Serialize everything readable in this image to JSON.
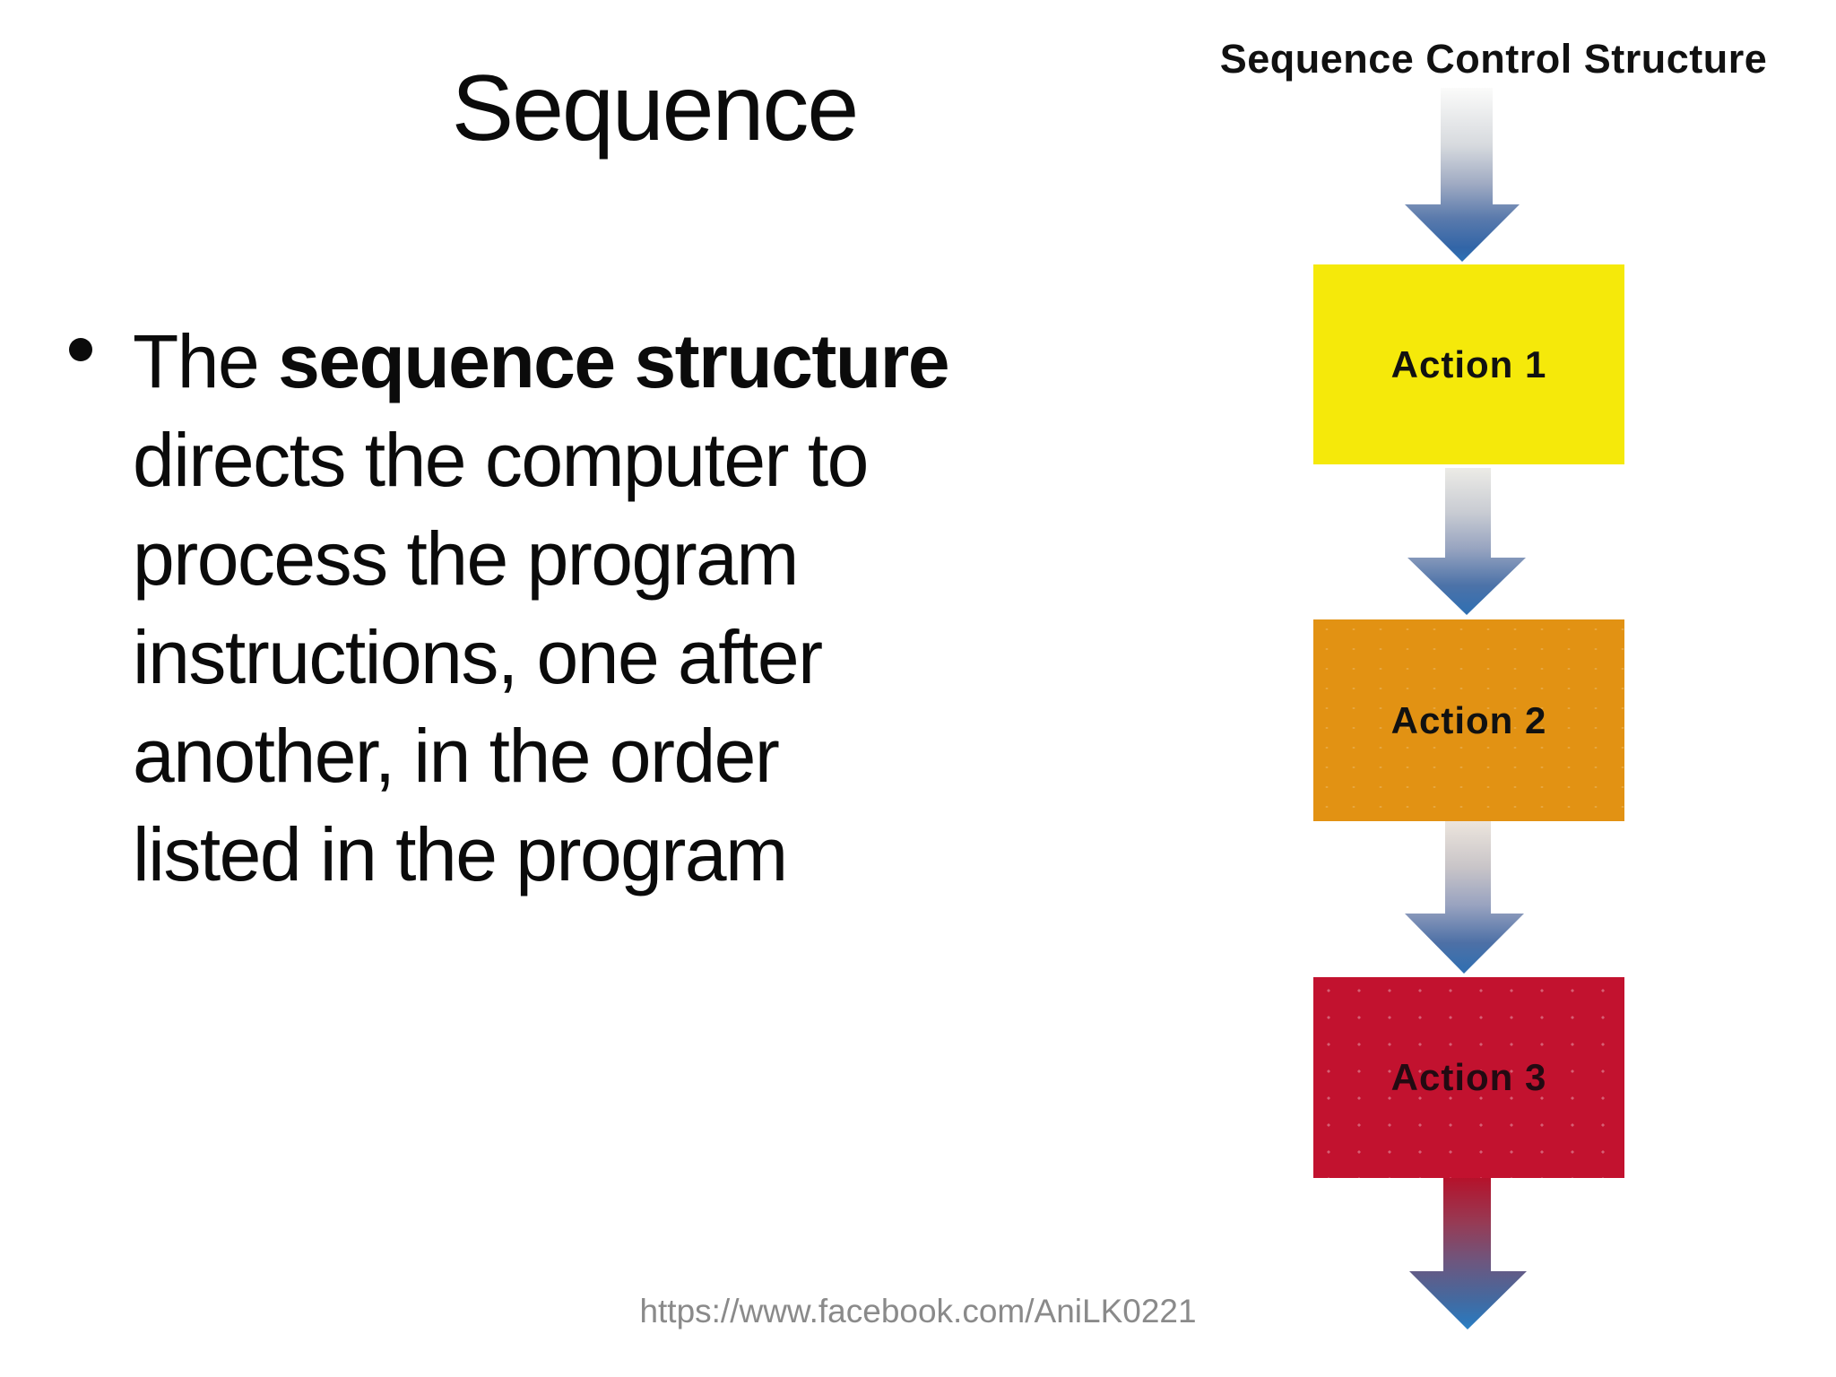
{
  "slide": {
    "title": "Sequence",
    "bullet": {
      "lead": "The ",
      "bold": "sequence structure",
      "lines": [
        "directs the computer to",
        "process the program",
        "instructions, one after",
        "another, in the order",
        "listed in the program"
      ]
    },
    "footer_url": "https://www.facebook.com/AniLK0221"
  },
  "diagram": {
    "heading": "Sequence Control Structure",
    "boxes": [
      {
        "label": "Action 1",
        "color": "#F5E90A"
      },
      {
        "label": "Action 2",
        "color": "#E29213"
      },
      {
        "label": "Action 3",
        "color": "#C2122F"
      }
    ],
    "arrow_colors": {
      "stem_start_light": "#F2F1EE",
      "head_blue": "#2F6FB2",
      "tip_blue": "#2B83C6",
      "final_stem_red": "#B5122B"
    }
  }
}
